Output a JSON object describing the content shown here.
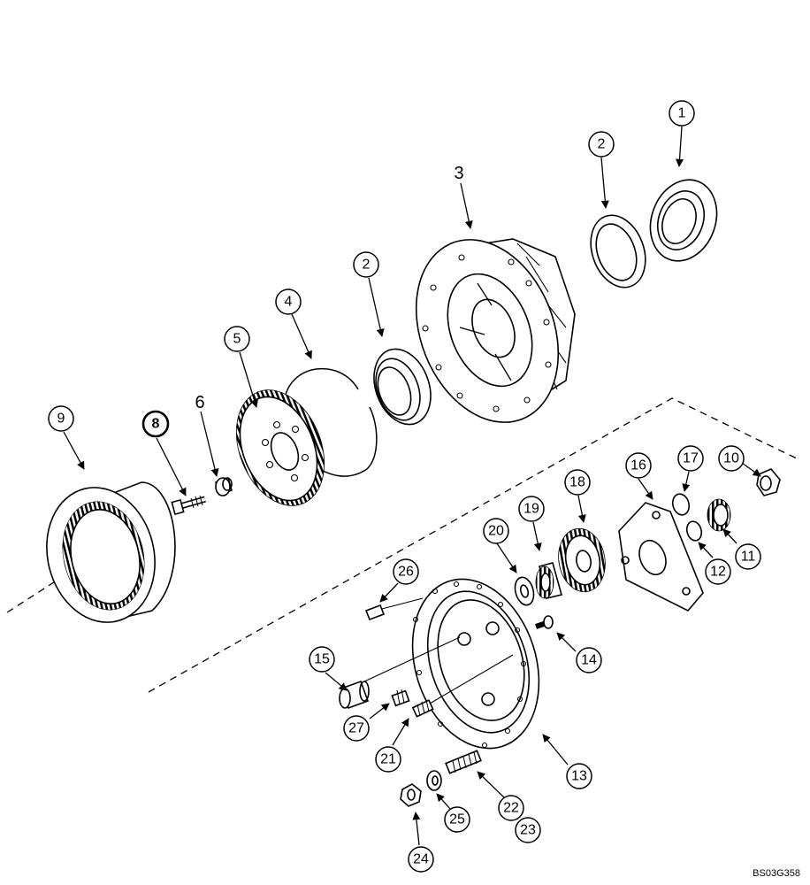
{
  "diagram": {
    "labels": [
      {
        "id": "c1",
        "text": "1"
      },
      {
        "id": "c2a",
        "text": "2"
      },
      {
        "id": "t3",
        "text": "3"
      },
      {
        "id": "c2b",
        "text": "2"
      },
      {
        "id": "c4",
        "text": "4"
      },
      {
        "id": "c5",
        "text": "5"
      },
      {
        "id": "t6",
        "text": "6"
      },
      {
        "id": "c8",
        "text": "8"
      },
      {
        "id": "c9",
        "text": "9"
      },
      {
        "id": "c10",
        "text": "10"
      },
      {
        "id": "c11",
        "text": "11"
      },
      {
        "id": "c12",
        "text": "12"
      },
      {
        "id": "c13",
        "text": "13"
      },
      {
        "id": "c14",
        "text": "14"
      },
      {
        "id": "c15",
        "text": "15"
      },
      {
        "id": "c16",
        "text": "16"
      },
      {
        "id": "c17",
        "text": "17"
      },
      {
        "id": "c18",
        "text": "18"
      },
      {
        "id": "c19",
        "text": "19"
      },
      {
        "id": "c20",
        "text": "20"
      },
      {
        "id": "c21",
        "text": "21"
      },
      {
        "id": "c22",
        "text": "22"
      },
      {
        "id": "c23",
        "text": "23"
      },
      {
        "id": "c24",
        "text": "24"
      },
      {
        "id": "c25",
        "text": "25"
      },
      {
        "id": "c26",
        "text": "26"
      },
      {
        "id": "c27",
        "text": "27"
      }
    ],
    "drawing_code": "BS03G358"
  }
}
